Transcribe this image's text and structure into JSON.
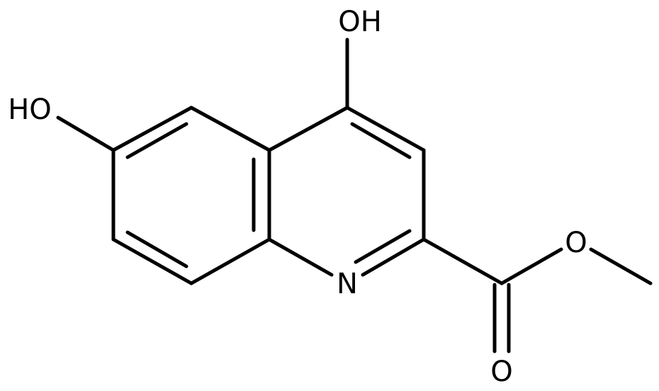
{
  "molecule": {
    "labels": {
      "oh_top": "OH",
      "oh_left": "HO",
      "nitrogen": "N",
      "ester_oxygen": "O",
      "carbonyl_oxygen": "O"
    },
    "bond_color": "#000000",
    "background": "#ffffff"
  }
}
